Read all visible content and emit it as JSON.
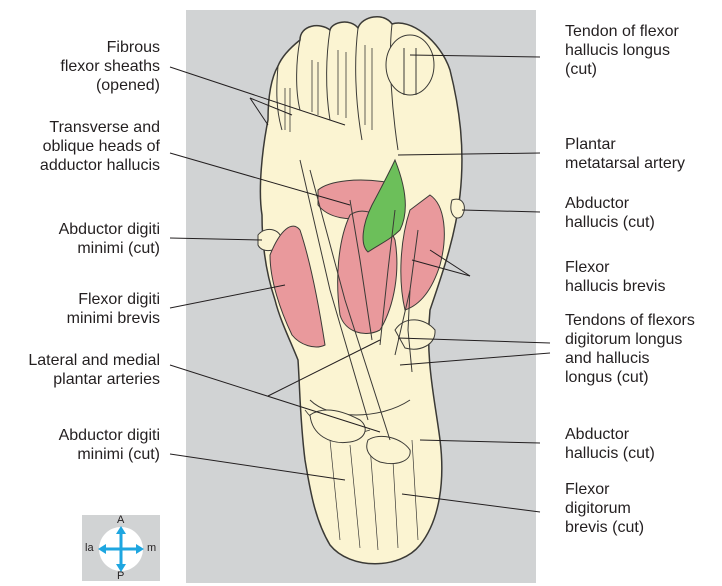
{
  "colors": {
    "panel_gray": "#d1d3d4",
    "foot_cream": "#fbf4d2",
    "outline": "#3b3a36",
    "muscle_pink": "#e9999c",
    "tendon_green": "#6cbf5a",
    "compass_arrow": "#1ea6e0"
  },
  "labels_left": [
    {
      "id": "fibrous-flexor-sheaths",
      "lines": [
        "Fibrous",
        "flexor sheaths",
        "(opened)"
      ]
    },
    {
      "id": "adductor-hallucis",
      "lines": [
        "Transverse and",
        "oblique heads of",
        "adductor hallucis"
      ]
    },
    {
      "id": "abductor-digiti-minimi-upper",
      "lines": [
        "Abductor digiti",
        "minimi (cut)"
      ]
    },
    {
      "id": "flexor-digiti-minimi-brevis",
      "lines": [
        "Flexor digiti",
        "minimi brevis"
      ]
    },
    {
      "id": "plantar-arteries",
      "lines": [
        "Lateral and medial",
        "plantar arteries"
      ]
    },
    {
      "id": "abductor-digiti-minimi-lower",
      "lines": [
        "Abductor digiti",
        "minimi (cut)"
      ]
    }
  ],
  "labels_right": [
    {
      "id": "tendon-flexor-hallucis-longus",
      "lines": [
        "Tendon of flexor",
        "hallucis longus",
        "(cut)"
      ]
    },
    {
      "id": "plantar-metatarsal-artery",
      "lines": [
        "Plantar",
        "metatarsal artery"
      ]
    },
    {
      "id": "abductor-hallucis-upper",
      "lines": [
        "Abductor",
        "hallucis (cut)"
      ]
    },
    {
      "id": "flexor-hallucis-brevis",
      "lines": [
        "Flexor",
        "hallucis brevis"
      ]
    },
    {
      "id": "tendons-flexors",
      "lines": [
        "Tendons of flexors",
        "digitorum longus",
        "and hallucis",
        "longus (cut)"
      ]
    },
    {
      "id": "abductor-hallucis-lower",
      "lines": [
        "Abductor",
        "hallucis (cut)"
      ]
    },
    {
      "id": "flexor-digitorum-brevis",
      "lines": [
        "Flexor",
        "digitorum",
        "brevis (cut)"
      ]
    }
  ],
  "compass": {
    "anterior": "A",
    "posterior": "P",
    "lateral": "la",
    "medial": "m"
  }
}
